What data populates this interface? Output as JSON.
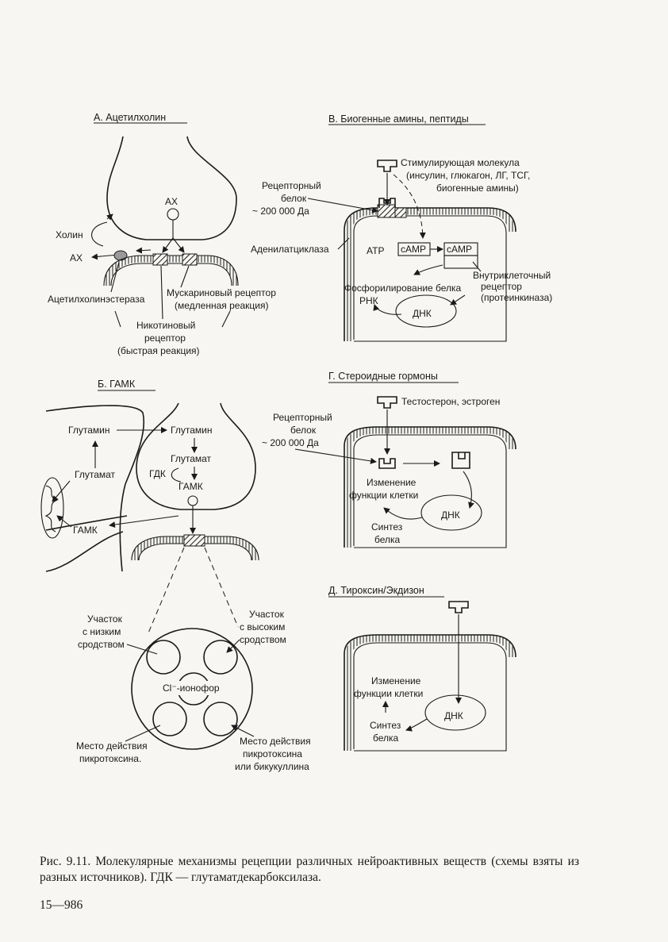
{
  "panel_a": {
    "title": "А. Ацетилхолин",
    "ach": "АХ",
    "choline": "Холин",
    "ach_out": "АХ",
    "esterase": "Ацетилхолинэстераза",
    "muscarinic_1": "Мускариновый рецептор",
    "muscarinic_2": "(медленная реакция)",
    "nicotinic_1": "Никотиновый",
    "nicotinic_2": "рецептор",
    "nicotinic_3": "(быстрая реакция)"
  },
  "panel_b": {
    "title": "Б. ГАМК",
    "glutamine_left": "Глутамин",
    "glutamine_right": "Глутамин",
    "glutamate_left": "Глутамат",
    "glutamate_right": "Глутамат",
    "gdk": "ГДК",
    "gaba_right": "ГАМК",
    "gaba_left": "ГАМК",
    "low_affinity_1": "Участок",
    "low_affinity_2": "с низким",
    "low_affinity_3": "сродством",
    "high_affinity_1": "Участок",
    "high_affinity_2": "с высоким",
    "high_affinity_3": "сродством",
    "ionophore": "Cl⁻-ионофор",
    "picro_left_1": "Место действия",
    "picro_left_2": "пикротоксина.",
    "picro_right_1": "Место действия",
    "picro_right_2": "пикротоксина",
    "picro_right_3": "или бикукуллина"
  },
  "panel_v": {
    "title": "В. Биогенные амины, пептиды",
    "stim_1": "Стимулирующая молекула",
    "stim_2": "(инсулин, глюкагон, ЛГ, ТСГ,",
    "stim_3": "биогенные амины)",
    "receptor_1": "Рецепторный",
    "receptor_2": "белок",
    "receptor_3": "~ 200 000 Да",
    "adenylate": "Аденилатциклаза",
    "atp": "ATP",
    "camp_1": "cAMP",
    "camp_2": "cAMP",
    "intracell_1": "Внутриклеточный",
    "intracell_2": "рецептор",
    "intracell_3": "(протеинкиназа)",
    "phospho": "Фосфорилирование белка",
    "rnk": "РНК",
    "dnk": "ДНК"
  },
  "panel_g": {
    "title": "Г. Стероидные гормоны",
    "hormones": "Тестостерон, эстроген",
    "receptor_1": "Рецепторный",
    "receptor_2": "белок",
    "receptor_3": "~ 200 000 Да",
    "change_1": "Изменение",
    "change_2": "функции клетки",
    "dnk": "ДНК",
    "synth_1": "Синтез",
    "synth_2": "белка"
  },
  "panel_d": {
    "title": "Д. Тироксин/Экдизон",
    "change_1": "Изменение",
    "change_2": "функции клетки",
    "dnk": "ДНК",
    "synth_1": "Синтез",
    "synth_2": "белка"
  },
  "caption": "Рис. 9.11. Молекулярные механизмы рецепции различных нейроактивных веществ (схемы взяты из разных источников). ГДК — глутаматдекарбоксилаза.",
  "page_number": "15—986"
}
